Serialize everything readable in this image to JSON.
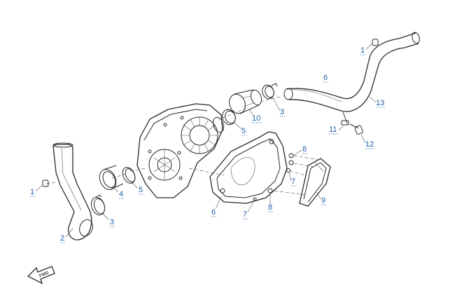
{
  "diagram": {
    "callouts": [
      {
        "id": "c1a",
        "label": "1"
      },
      {
        "id": "c6a",
        "label": "6"
      },
      {
        "id": "c13",
        "label": "13"
      },
      {
        "id": "c3a",
        "label": "3"
      },
      {
        "id": "c10",
        "label": "10"
      },
      {
        "id": "c5a",
        "label": "5"
      },
      {
        "id": "c11",
        "label": "11"
      },
      {
        "id": "c12",
        "label": "12"
      },
      {
        "id": "c8a",
        "label": "8"
      },
      {
        "id": "c7a",
        "label": "7"
      },
      {
        "id": "c9",
        "label": "9"
      },
      {
        "id": "c1b",
        "label": "1"
      },
      {
        "id": "c4",
        "label": "4"
      },
      {
        "id": "c5b",
        "label": "5"
      },
      {
        "id": "c3b",
        "label": "3"
      },
      {
        "id": "c2",
        "label": "2"
      },
      {
        "id": "c6b",
        "label": "6"
      },
      {
        "id": "c7b",
        "label": "7"
      },
      {
        "id": "c8b",
        "label": "8"
      }
    ],
    "direction_arrow_label": "FWD"
  }
}
